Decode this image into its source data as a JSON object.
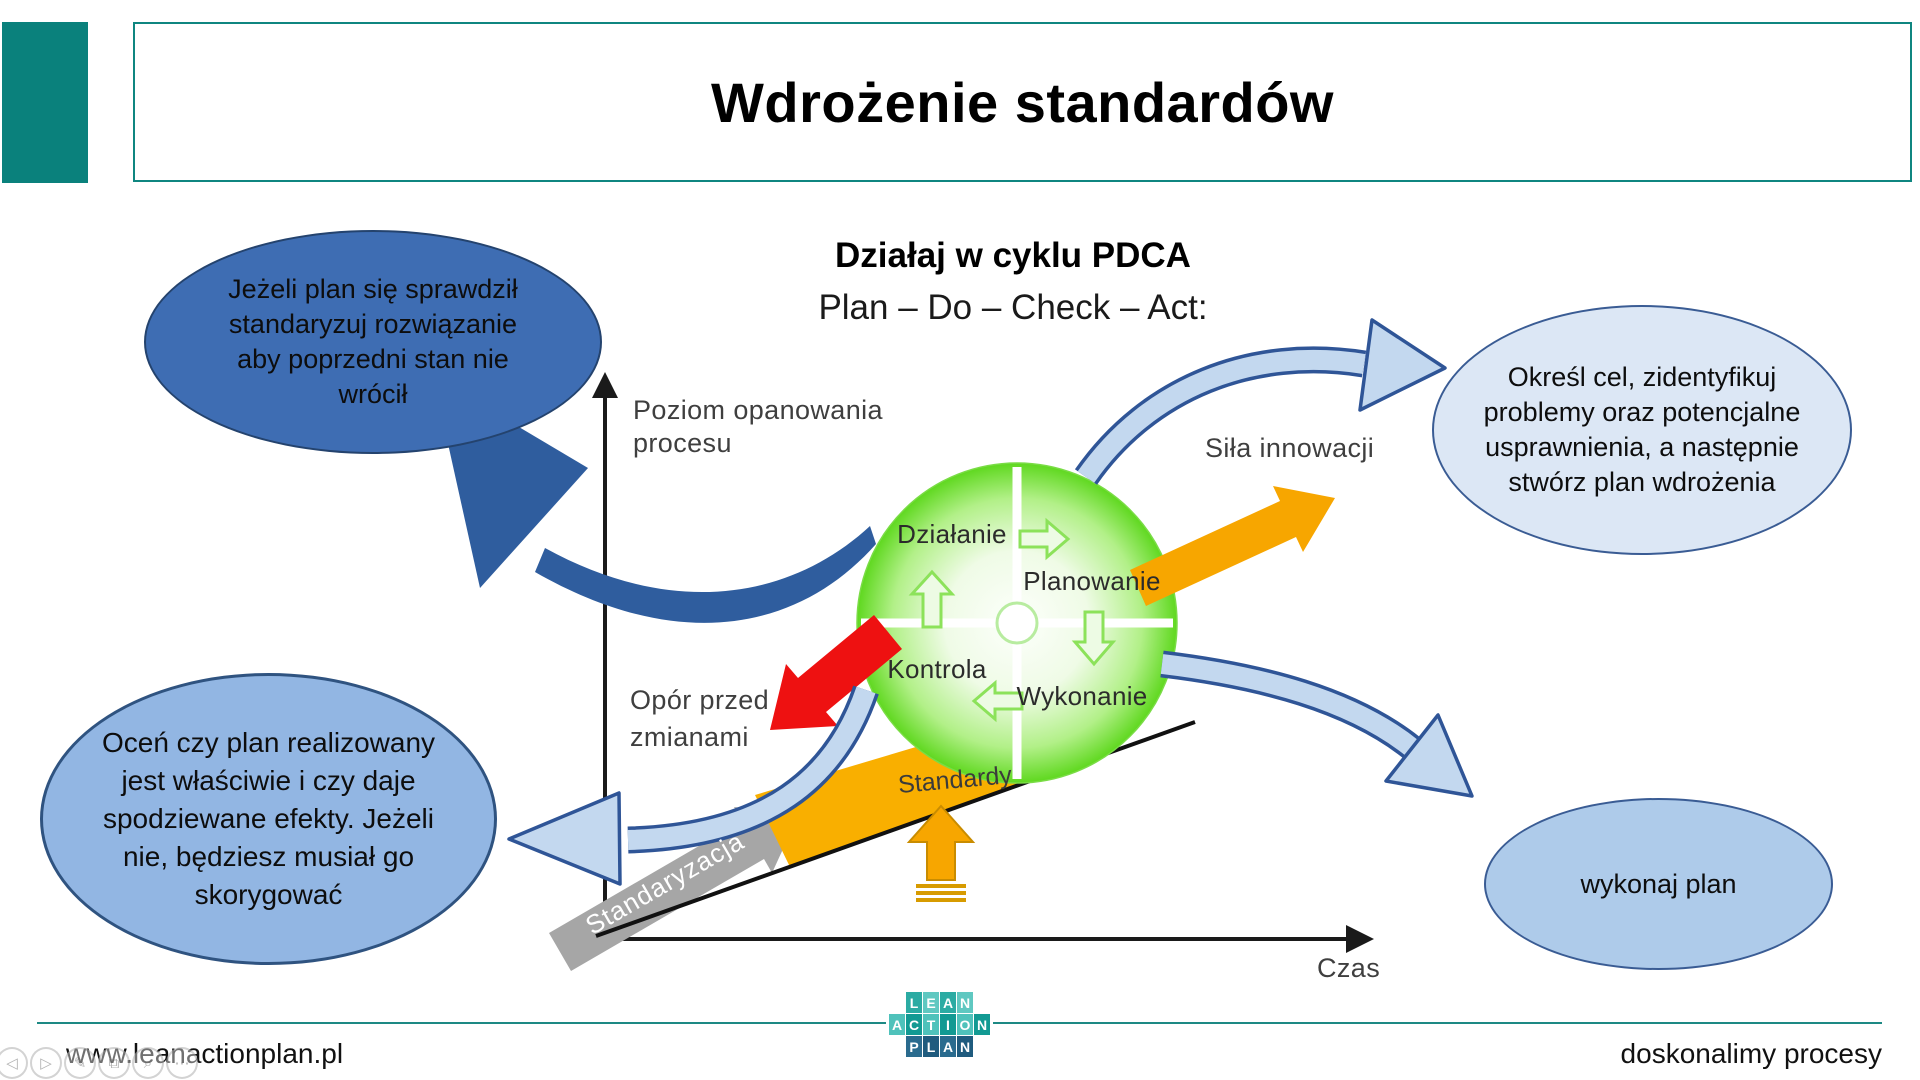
{
  "slide": {
    "title": "Wdrożenie standardów",
    "heading_line1": "Działaj w cyklu PDCA",
    "heading_line2": "Plan – Do – Check – Act:"
  },
  "callouts": {
    "act": {
      "lines": [
        "Jeżeli plan się sprawdził",
        "standaryzuj rozwiązanie",
        "aby poprzedni stan nie",
        "wrócił"
      ]
    },
    "plan": {
      "lines": [
        "Określ cel, zidentyfikuj",
        "problemy oraz potencjalne",
        "usprawnienia, a następnie",
        "stwórz plan wdrożenia"
      ]
    },
    "check": {
      "lines": [
        "Oceń czy plan realizowany",
        "jest właściwie i czy daje",
        "spodziewane efekty. Jeżeli",
        "nie, będziesz musiał go",
        "skorygować"
      ]
    },
    "do": {
      "lines": [
        "wykonaj plan"
      ]
    }
  },
  "diagram": {
    "y_axis_label_lines": [
      "Poziom opanowania",
      "procesu"
    ],
    "x_axis_label": "Czas",
    "quadrants": {
      "act": "Działanie",
      "plan": "Planowanie",
      "check": "Kontrola",
      "do": "Wykonanie"
    },
    "innovation_label": "Siła innowacji",
    "resistance_lines": [
      "Opór przed",
      "zmianami"
    ],
    "standards_label": "Standardy",
    "standardization_label": "Standaryzacja"
  },
  "footer": {
    "website": "www.leanactionplan.pl",
    "tagline": "doskonalimy procesy",
    "logo_rows": [
      [
        "L",
        "E",
        "A",
        "N"
      ],
      [
        "A",
        "C",
        "T",
        "I",
        "O",
        "N"
      ],
      [
        "P",
        "L",
        "A",
        "N"
      ]
    ]
  },
  "controls": {
    "glyphs": [
      "◁",
      "▷",
      "✎",
      "⧉",
      "⌕",
      "⋯"
    ]
  },
  "colors": {
    "teal": "#0A817C",
    "title_border": "#0F8680",
    "footer_line": "#1D8984",
    "ellipse_act_fill": "#3E6DB3",
    "ellipse_plan_fill": "#DCE7F5",
    "ellipse_check_fill": "#92B6E3",
    "ellipse_do_fill": "#AECBEA",
    "arrow_light_fill": "#C3D8EF",
    "arrow_light_stroke": "#2F5597",
    "arrow_dark_blue": "#2F5D9E",
    "pdca_green": "#5FD81F",
    "innovation_orange": "#F7A600",
    "resistance_red": "#EE1111",
    "standards_orange": "#F9AF00",
    "standardization_gray": "#A6A6A6"
  }
}
